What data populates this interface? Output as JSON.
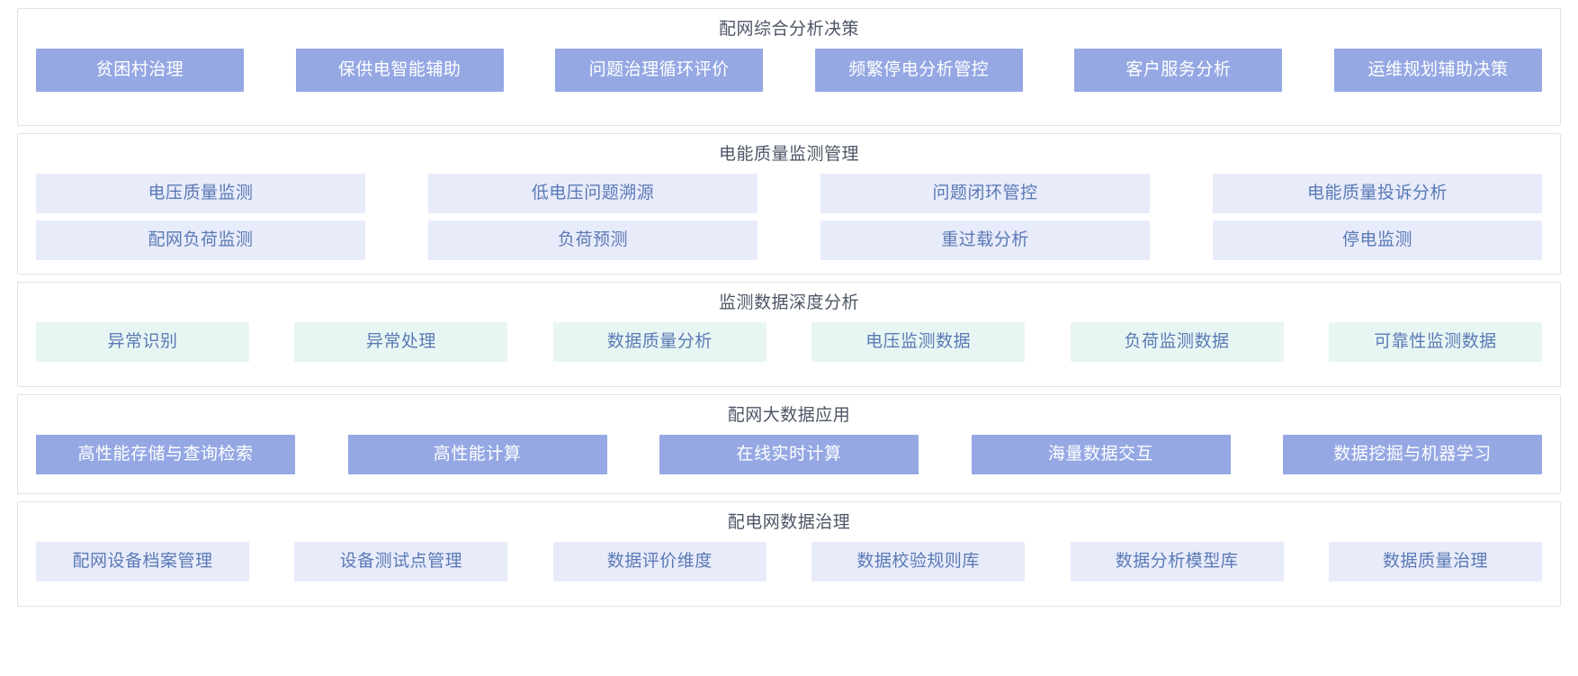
{
  "colors": {
    "page_background": "#ffffff",
    "section_border": "#e3e3e5",
    "title_text": "#4d5666",
    "solid_button_bg": "#95a8e3",
    "solid_button_text": "#ffffff",
    "lavender_button_bg": "#e8ebfa",
    "mint_button_bg": "#e8f6f3",
    "soft_button_text": "#5a7ab5"
  },
  "sections": [
    {
      "id": "comprehensive-analysis-decision",
      "title": "配网综合分析决策",
      "style": "solid",
      "rows": [
        [
          "贫困村治理",
          "保供电智能辅助",
          "问题治理循环评价",
          "频繁停电分析管控",
          "客户服务分析",
          "运维规划辅助决策"
        ]
      ]
    },
    {
      "id": "power-quality-monitoring-management",
      "title": "电能质量监测管理",
      "style": "lavender",
      "rows": [
        [
          "电压质量监测",
          "低电压问题溯源",
          "问题闭环管控",
          "电能质量投诉分析"
        ],
        [
          "配网负荷监测",
          "负荷预测",
          "重过载分析",
          "停电监测"
        ]
      ]
    },
    {
      "id": "monitoring-data-deep-analysis",
      "title": "监测数据深度分析",
      "style": "mint",
      "rows": [
        [
          "异常识别",
          "异常处理",
          "数据质量分析",
          "电压监测数据",
          "负荷监测数据",
          "可靠性监测数据"
        ]
      ]
    },
    {
      "id": "distribution-network-big-data-application",
      "title": "配网大数据应用",
      "style": "solid",
      "rows": [
        [
          "高性能存储与查询检索",
          "高性能计算",
          "在线实时计算",
          "海量数据交互",
          "数据挖掘与机器学习"
        ]
      ]
    },
    {
      "id": "distribution-network-data-governance",
      "title": "配电网数据治理",
      "style": "lavender",
      "rows": [
        [
          "配网设备档案管理",
          "设备测试点管理",
          "数据评价维度",
          "数据校验规则库",
          "数据分析模型库",
          "数据质量治理"
        ]
      ]
    }
  ]
}
